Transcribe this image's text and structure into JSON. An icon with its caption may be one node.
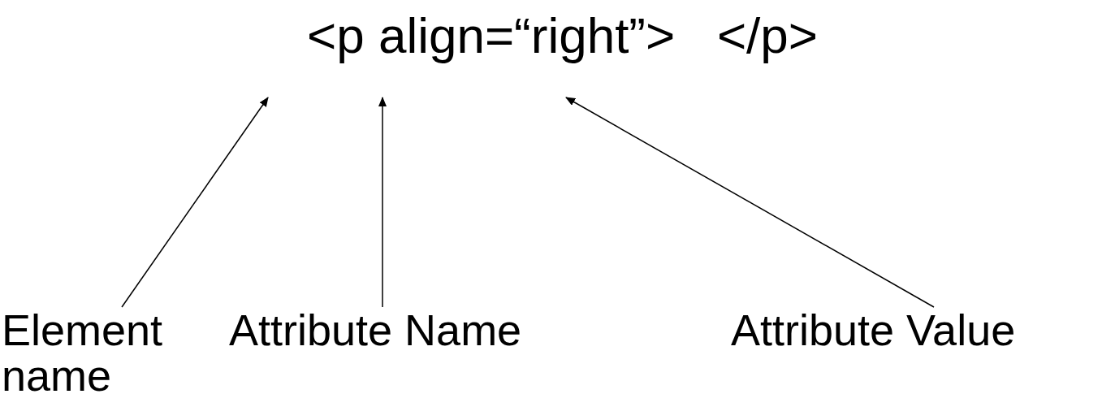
{
  "diagram": {
    "nodes": [
      {
        "text": [
          "<p align=“right”>   </p>"
        ]
      },
      {
        "text": [
          "Element name"
        ]
      },
      {
        "text": [
          "Attribute Name"
        ]
      },
      {
        "text": [
          "Attribute Value"
        ]
      }
    ],
    "edges": [
      {
        "from": 1,
        "to": 0,
        "arrow": "to"
      },
      {
        "from": 2,
        "to": 0,
        "arrow": "to"
      },
      {
        "from": 3,
        "to": 0,
        "arrow": "to"
      }
    ]
  }
}
